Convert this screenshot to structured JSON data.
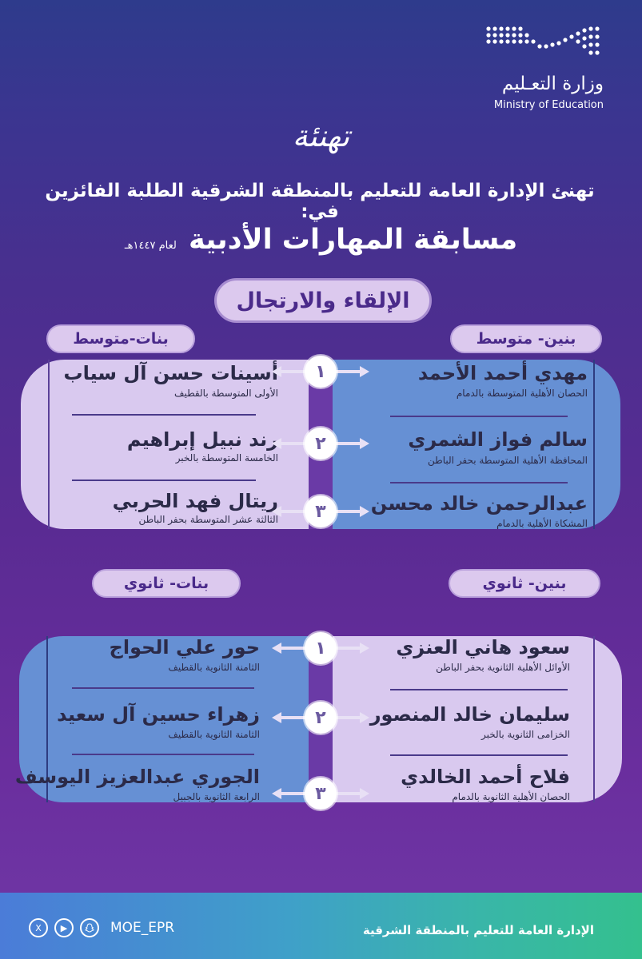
{
  "header": {
    "logo_ar": "وزارة التعـليم",
    "logo_en": "Ministry of Education",
    "congrats": "تهنئة",
    "intro": "تهنئ الإدارة العامة للتعليم بالمنطقة الشرقية الطلبة الفائزين في:",
    "competition": "مسابقة المهارات الأدبية",
    "year": "لعام ١٤٤٧هـ"
  },
  "section_title": "الإلقاء والارتجال",
  "middle": {
    "boys_label": "بنين- متوسط",
    "girls_label": "بنات-متوسط",
    "ranks": [
      "١",
      "٢",
      "٣"
    ],
    "boys": [
      {
        "name": "مهدي أحمد الأحمد",
        "school": "الحصان الأهلية المتوسطة بالدمام"
      },
      {
        "name": "سالم فواز الشمري",
        "school": "المحافظة الأهلية المتوسطة بحفر الباطن"
      },
      {
        "name": "عبدالرحمن خالد محسن",
        "school": "المشكاة الأهلية بالدمام"
      }
    ],
    "girls": [
      {
        "name": "أسينات حسن آل سياب",
        "school": "الأولى المتوسطة بالقطيف"
      },
      {
        "name": "رند نبيل إبراهيم",
        "school": "الخامسة المتوسطة بالخبر"
      },
      {
        "name": "ريتال فهد الحربي",
        "school": "الثالثة عشر المتوسطة بحفر الباطن"
      }
    ]
  },
  "secondary": {
    "boys_label": "بنين- ثانوي",
    "girls_label": "بنات- ثانوي",
    "ranks": [
      "١",
      "٢",
      "٣"
    ],
    "boys": [
      {
        "name": "سعود هاني العنزي",
        "school": "الأوائل الأهلية الثانوية بحفر الباطن"
      },
      {
        "name": "سليمان خالد المنصور",
        "school": "الخزامى الثانوية بالخبر"
      },
      {
        "name": "فلاح أحمد الخالدي",
        "school": "الحصان الأهلية الثانوية بالدمام"
      }
    ],
    "girls": [
      {
        "name": "حور علي الحواج",
        "school": "الثامنة الثانوية بالقطيف"
      },
      {
        "name": "زهراء حسين آل سعيد",
        "school": "الثامنة الثانوية بالقطيف"
      },
      {
        "name": "الجوري عبدالعزيز اليوسف",
        "school": "الرابعة الثانوية بالجبيل"
      }
    ]
  },
  "footer": {
    "org": "الإدارة العامة للتعليم بالمنطقة الشرقية",
    "handle": "MOE_EPR",
    "social_icons": [
      "x-icon",
      "youtube-icon",
      "snapchat-icon"
    ]
  },
  "colors": {
    "light_panel": "#d9c9ef",
    "blue_panel": "#6690d4",
    "text_dark": "#2b2a48",
    "pill_text": "#4a2a8a"
  }
}
